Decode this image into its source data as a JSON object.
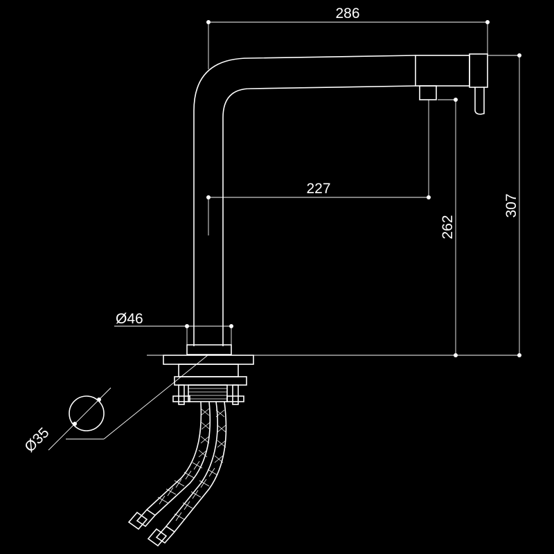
{
  "dimensions": {
    "total_width": "286",
    "spout_reach": "227",
    "total_height": "307",
    "spout_height": "262",
    "body_diameter": "Ø46",
    "hole_diameter": "Ø35"
  }
}
